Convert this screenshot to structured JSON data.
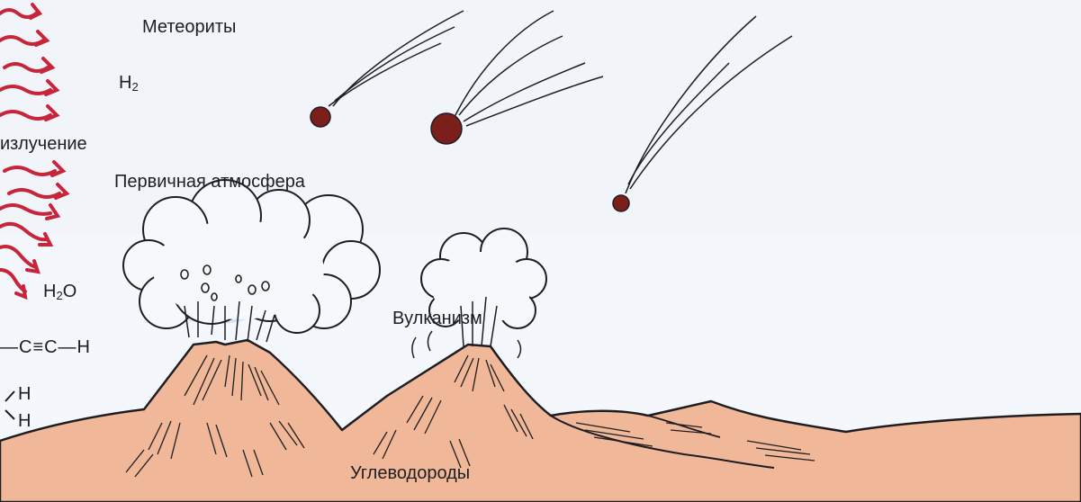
{
  "labels": {
    "meteorites": "Метеориты",
    "h2_base": "H",
    "h2_sub": "2",
    "radiation": "излучение",
    "primary_atmosphere": "Первичная атмосфера",
    "h2o_h": "H",
    "h2o_sub": "2",
    "h2o_o": "O",
    "acetylene": "—C≡C—H",
    "bond_h_top": "H",
    "bond_h_bottom": "H",
    "volcanism": "Вулканизм",
    "hydrocarbons": "Углеводороды"
  },
  "colors": {
    "sky": "#f4f7fb",
    "ground": "#f0b898",
    "ground_dark": "#e39f7f",
    "outline": "#1e1e22",
    "radiation_arrow": "#c8243a",
    "meteor": "#7a1f1a",
    "steam_glow": "#a9d8f0"
  },
  "icons": {
    "radiation": "wavy-arrow-icon",
    "meteor": "meteor-icon"
  }
}
